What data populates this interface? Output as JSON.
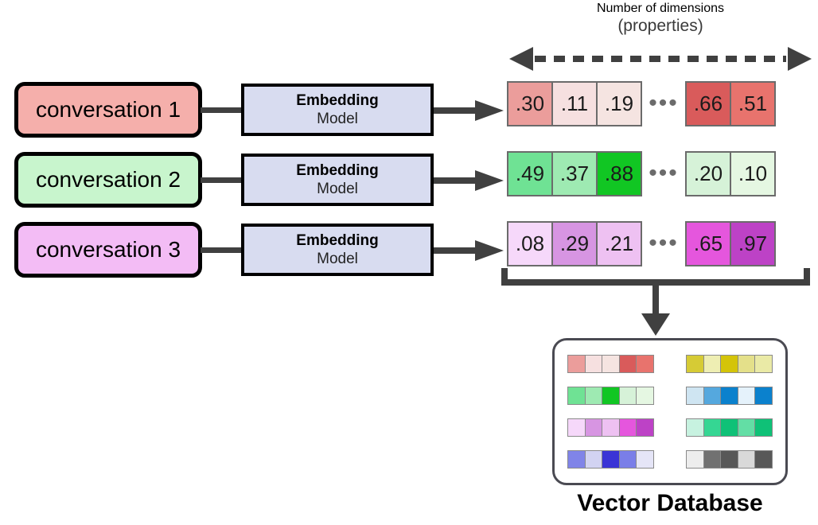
{
  "header": {
    "title": "Number of dimensions",
    "subtitle": "(properties)",
    "axis_arrow": "double-headed-dashed-arrow"
  },
  "pipeline": {
    "rows": [
      {
        "conversation_label": "conversation 1",
        "conversation_color": "#f5afab",
        "model_title": "Embedding",
        "model_subtitle": "Model",
        "model_color": "#d8dcf0"
      },
      {
        "conversation_label": "conversation 2",
        "conversation_color": "#c8f5cd",
        "model_title": "Embedding",
        "model_subtitle": "Model",
        "model_color": "#d8dcf0"
      },
      {
        "conversation_label": "conversation 3",
        "conversation_color": "#f3bcf5",
        "model_title": "Embedding",
        "model_subtitle": "Model",
        "model_color": "#d8dcf0"
      }
    ],
    "arrow_color": "#404040"
  },
  "vectors": {
    "ellipsis": "•••",
    "rows": [
      {
        "name": "embedding-vector-1",
        "left_cells": [
          {
            "value": ".30",
            "color": "#eb9d9b"
          },
          {
            "value": ".11",
            "color": "#f6e0e0"
          },
          {
            "value": ".19",
            "color": "#f5e4e1"
          }
        ],
        "right_cells": [
          {
            "value": ".66",
            "color": "#d95b5b"
          },
          {
            "value": ".51",
            "color": "#e8736d"
          }
        ]
      },
      {
        "name": "embedding-vector-2",
        "left_cells": [
          {
            "value": ".49",
            "color": "#6fe294"
          },
          {
            "value": ".37",
            "color": "#9eeab2"
          },
          {
            "value": ".88",
            "color": "#11c623"
          }
        ],
        "right_cells": [
          {
            "value": ".20",
            "color": "#d6f2d8"
          },
          {
            "value": ".10",
            "color": "#e5f7e2"
          }
        ]
      },
      {
        "name": "embedding-vector-3",
        "left_cells": [
          {
            "value": ".08",
            "color": "#f6d8fa"
          },
          {
            "value": ".29",
            "color": "#d795e2"
          },
          {
            "value": ".21",
            "color": "#eec1f2"
          }
        ],
        "right_cells": [
          {
            "value": ".65",
            "color": "#e556dd"
          },
          {
            "value": ".97",
            "color": "#bd42c6"
          }
        ]
      }
    ]
  },
  "database": {
    "title": "Vector Database",
    "border_color": "#4a4a52",
    "rows": [
      {
        "left": [
          "#eb9d9b",
          "#f6e0e0",
          "#f5e4e1",
          "#d95b5b",
          "#e8736d"
        ],
        "right": [
          "#d6cb35",
          "#eeeeb3",
          "#d4c409",
          "#e4e08a",
          "#eaeaa6"
        ]
      },
      {
        "left": [
          "#6fe294",
          "#9eeab2",
          "#11c623",
          "#d6f2d8",
          "#e5f7e2"
        ],
        "right": [
          "#cfe5f2",
          "#55a8de",
          "#0b81cd",
          "#e5f2fb",
          "#0b81cd"
        ]
      },
      {
        "left": [
          "#f6d8fa",
          "#d795e2",
          "#eec1f2",
          "#e556dd",
          "#bd42c6"
        ],
        "right": [
          "#c7f2e0",
          "#35d693",
          "#0fc177",
          "#63dea5",
          "#0fc177"
        ]
      },
      {
        "left": [
          "#8084e8",
          "#d2d3f2",
          "#3a34d6",
          "#7a7ee8",
          "#e5e5f7"
        ],
        "right": [
          "#ededed",
          "#717171",
          "#585858",
          "#d9d9d9",
          "#585858"
        ]
      }
    ]
  }
}
